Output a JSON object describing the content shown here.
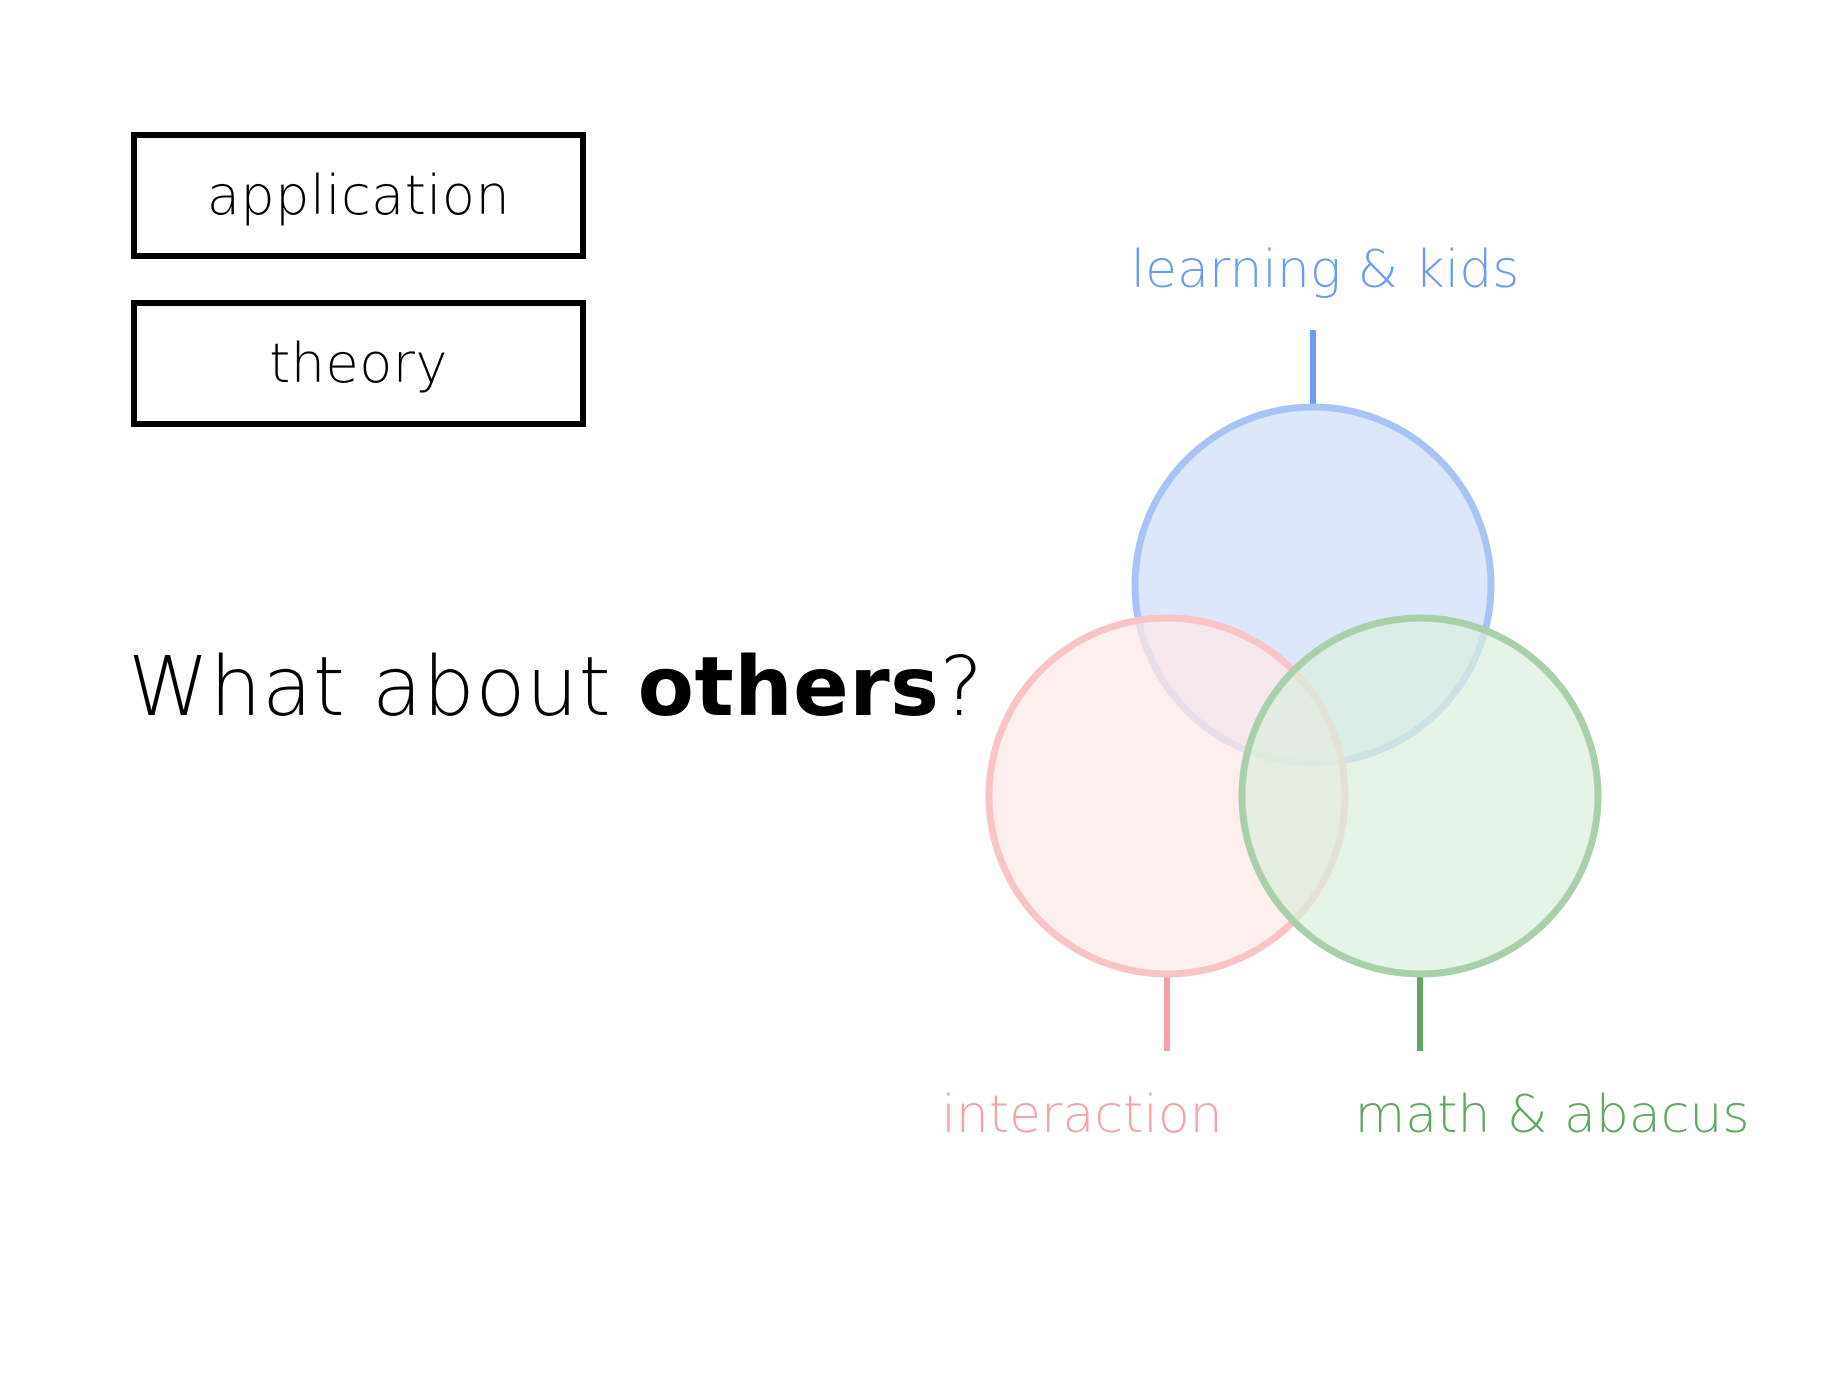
{
  "boxes": {
    "application": "application",
    "theory": "theory"
  },
  "question": {
    "prefix": "What about ",
    "emphasis": "others",
    "suffix": "?"
  },
  "venn": {
    "sets": [
      {
        "key": "learning",
        "label": "learning & kids",
        "color": "#6b9cf3",
        "fill": "#dde7fb",
        "stroke": "#a9c3f7"
      },
      {
        "key": "interaction",
        "label": "interaction",
        "color": "#f4a4a8",
        "fill": "#fde8e8",
        "stroke": "#f9c4c6"
      },
      {
        "key": "math",
        "label": "math & abacus",
        "color": "#5fa862",
        "fill": "#dceedd",
        "stroke": "#a9d0aa"
      }
    ]
  }
}
